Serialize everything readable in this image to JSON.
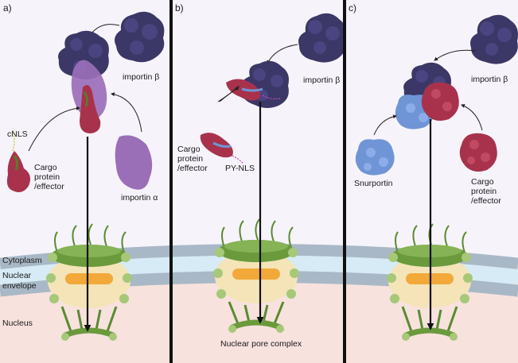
{
  "panels": [
    {
      "letter": "a)",
      "importin_beta": "importin β",
      "importin_alpha": "importin α",
      "nls": "cNLS",
      "cargo": [
        "Cargo",
        "protein",
        "/effector"
      ]
    },
    {
      "letter": "b)",
      "importin_beta": "importin β",
      "nls": "PY-NLS",
      "cargo": [
        "Cargo",
        "protein",
        "/effector"
      ],
      "pore_label": "Nuclear pore complex"
    },
    {
      "letter": "c)",
      "importin_beta": "importin β",
      "snurportin": "Snurportin",
      "cargo": [
        "Cargo",
        "protein",
        "/effector"
      ]
    }
  ],
  "regions": {
    "cytoplasm": "Cytoplasm",
    "envelope": [
      "Nuclear",
      "envelope"
    ],
    "nucleus": "Nucleus"
  },
  "colors": {
    "cytoplasm_bg": "#f6f3fa",
    "nucleus_bg": "#f7e2de",
    "membrane": "#a9b8c6",
    "lumen": "#d6ebf5",
    "importin_beta": "#3b3766",
    "importin_alpha": "#9a6fb8",
    "cargo": "#a8324c",
    "snurportin": "#6f95d6",
    "pore_green": "#6a9a3c",
    "pore_cream": "#f4e4b8",
    "pore_orange": "#f2a93a"
  }
}
